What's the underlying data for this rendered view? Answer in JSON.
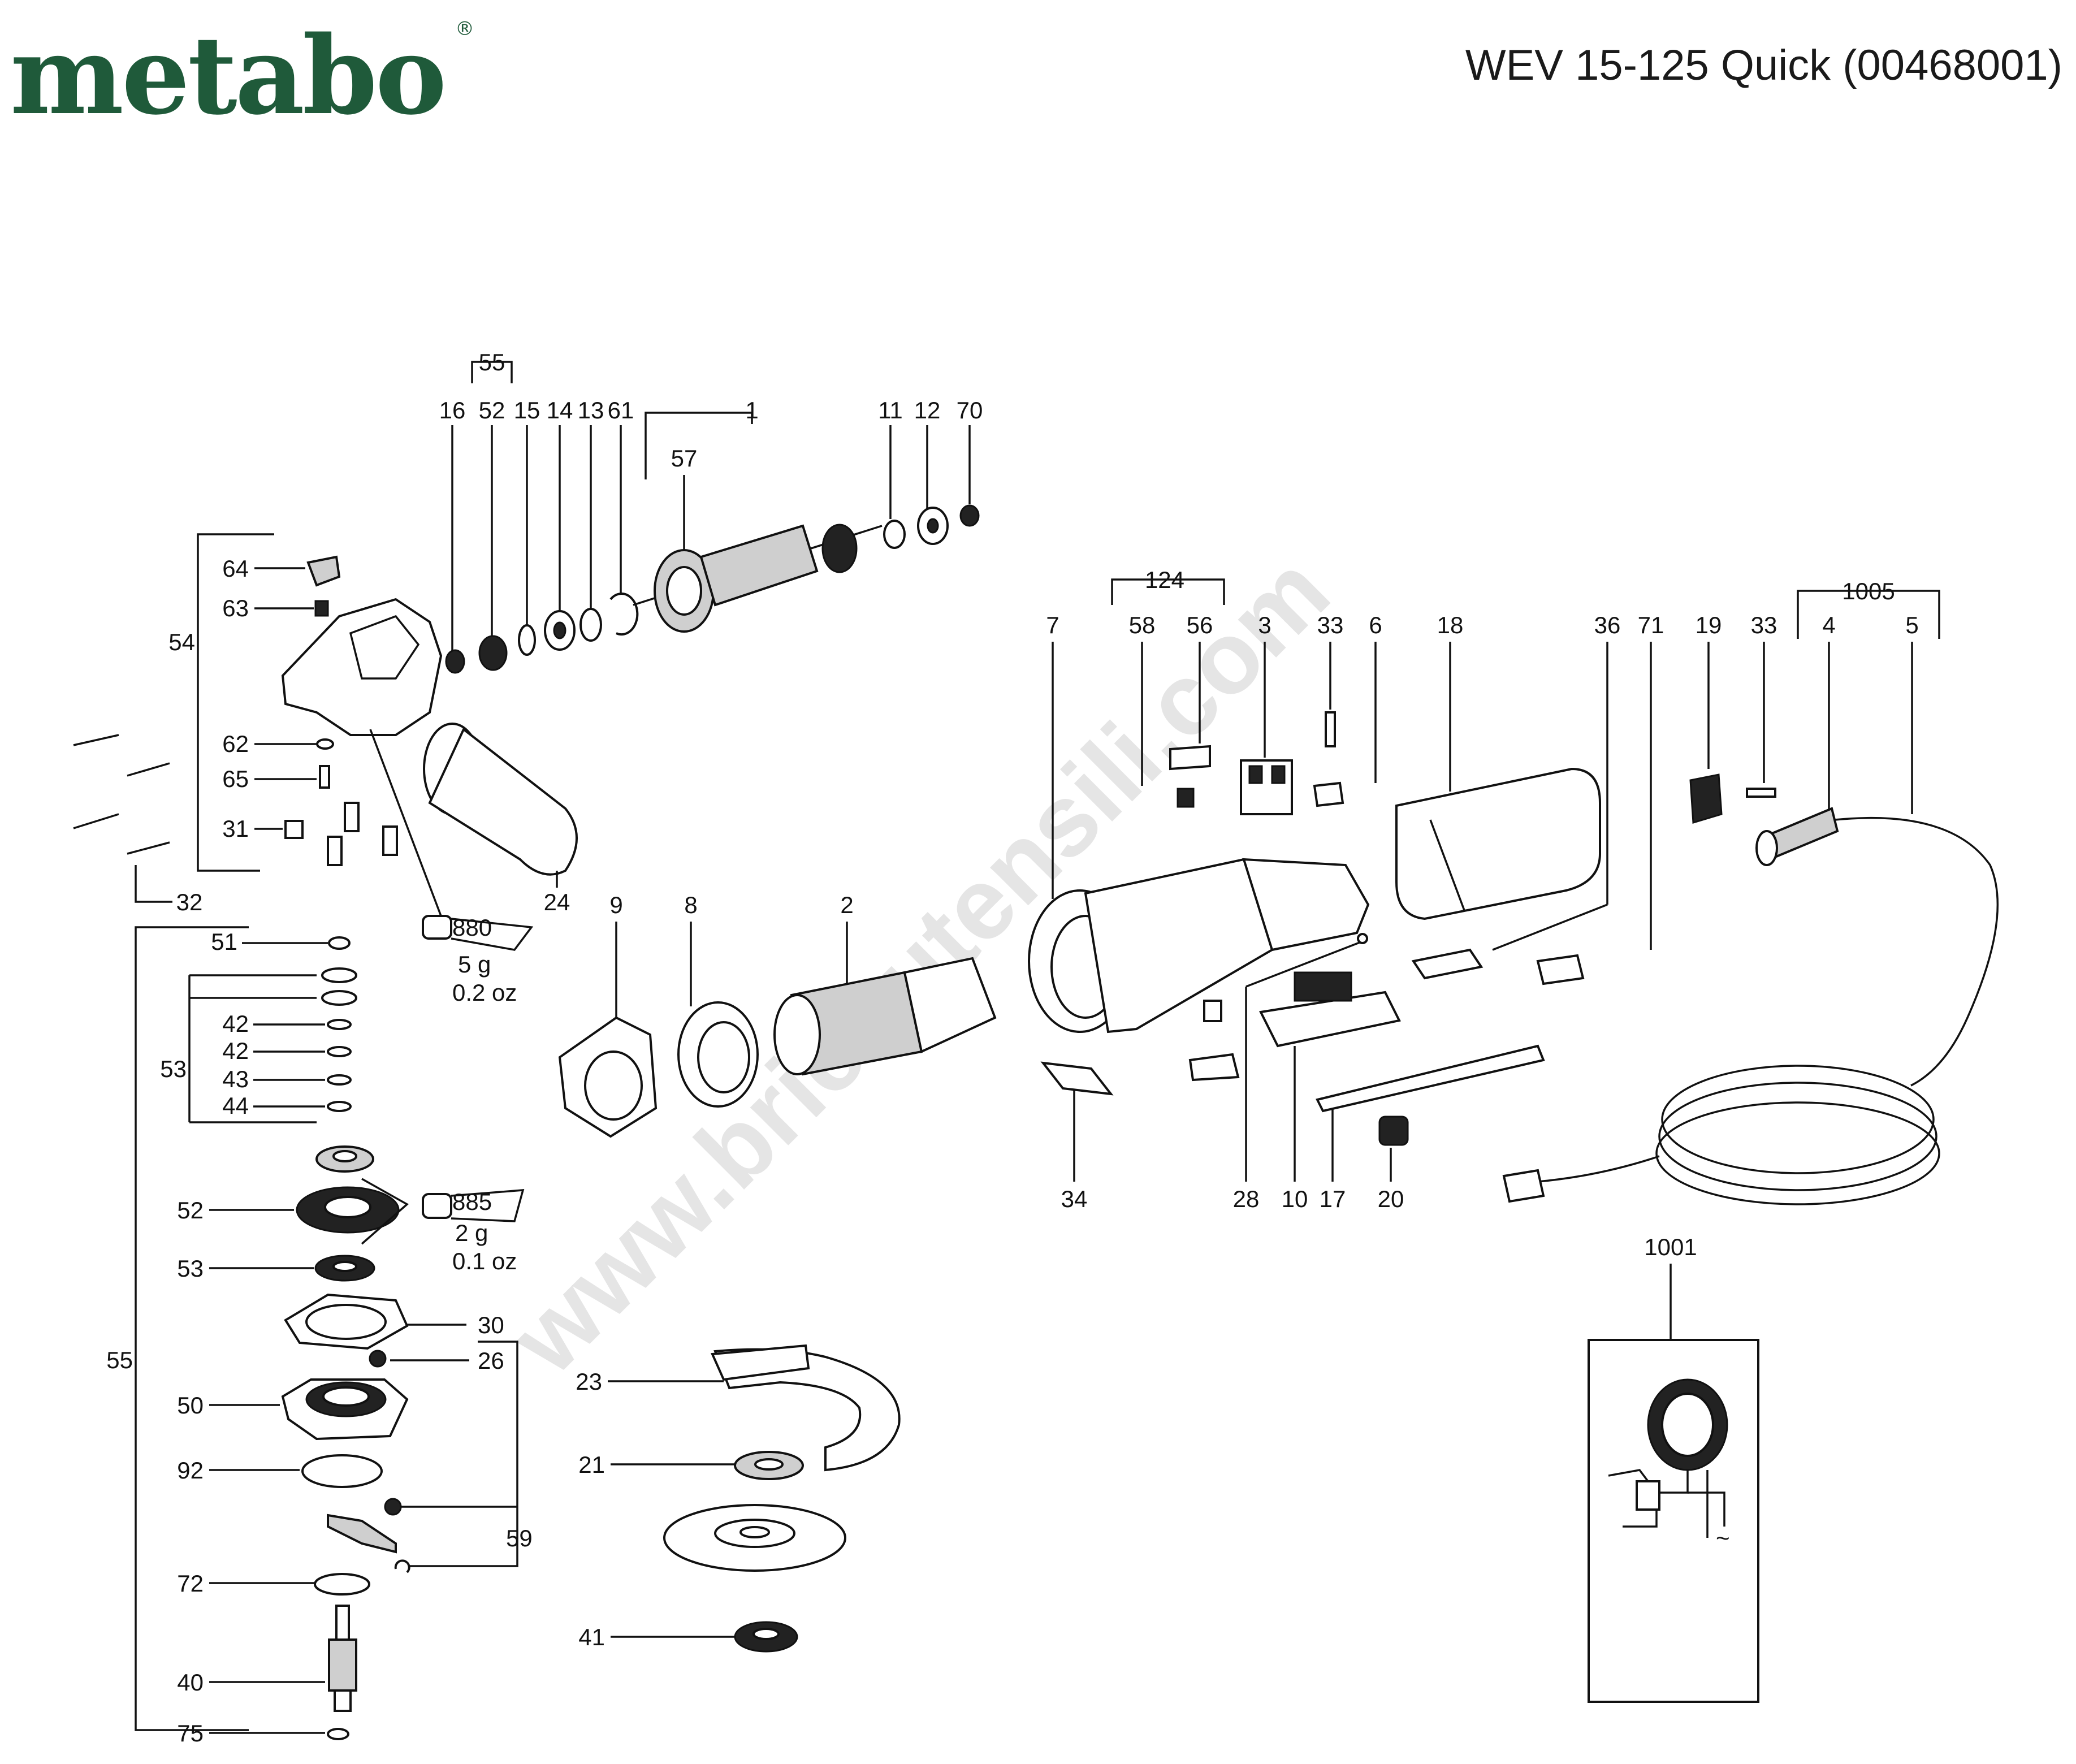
{
  "header": {
    "brand": "metabo",
    "registered_mark": "®",
    "model_title": "WEV 15-125 Quick (00468001)"
  },
  "watermark": "www.bricoutensili.com",
  "labels": {
    "l1": "1",
    "l2": "2",
    "l3": "3",
    "l4": "4",
    "l5": "5",
    "l6": "6",
    "l7": "7",
    "l8": "8",
    "l9": "9",
    "l10": "10",
    "l11": "11",
    "l12": "12",
    "l13": "13",
    "l14": "14",
    "l15": "15",
    "l16": "16",
    "l17": "17",
    "l18": "18",
    "l19": "19",
    "l20": "20",
    "l21": "21",
    "l23": "23",
    "l24": "24",
    "l26": "26",
    "l28": "28",
    "l30": "30",
    "l31": "31",
    "l32": "32",
    "l33a": "33",
    "l33b": "33",
    "l34": "34",
    "l36": "36",
    "l40": "40",
    "l41": "41",
    "l42a": "42",
    "l42b": "42",
    "l43": "43",
    "l44": "44",
    "l50": "50",
    "l51": "51",
    "l52a": "52",
    "l52b": "52",
    "l53a": "53",
    "l53b": "53",
    "l54": "54",
    "l55a": "55",
    "l55b": "55",
    "l56": "56",
    "l57": "57",
    "l58": "58",
    "l59": "59",
    "l61": "61",
    "l62": "62",
    "l63": "63",
    "l64": "64",
    "l65": "65",
    "l70": "70",
    "l71": "71",
    "l72": "72",
    "l75": "75",
    "l92": "92",
    "l124": "124",
    "l880": "880",
    "l885": "885",
    "l1001": "1001",
    "l1005": "1005"
  },
  "grease_notes": {
    "g880_weight": "5 g",
    "g880_oz": "0.2 oz",
    "g885_weight": "2 g",
    "g885_oz": "0.1 oz"
  },
  "colors": {
    "brand_green": "#1f5a3a",
    "ink": "#111111"
  }
}
